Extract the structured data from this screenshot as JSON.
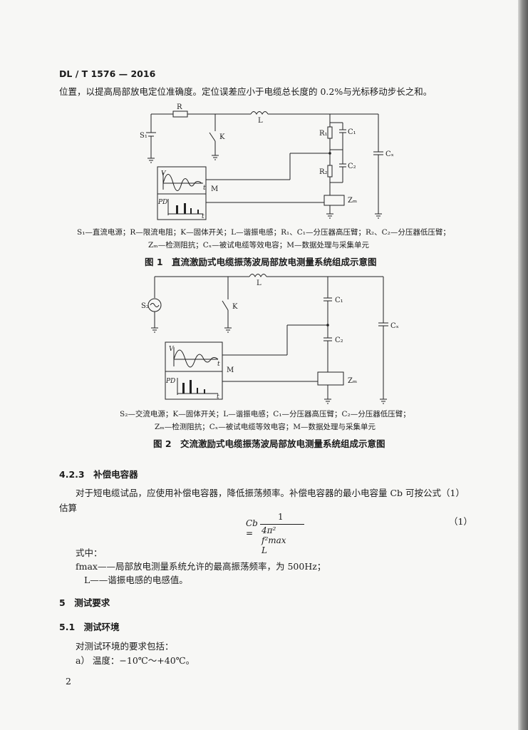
{
  "header": {
    "standard": "DL / T 1576 — 2016"
  },
  "intro_line": "位置，以提高局部放电定位准确度。定位误差应小于电缆总长度的 0.2%与光标移动步长之和。",
  "figure1": {
    "labels": {
      "R": "R",
      "L": "L",
      "S1": "S₁",
      "K": "K",
      "R1": "R₁",
      "C1": "C₁",
      "R2": "R₂",
      "C2": "C₂",
      "Cx": "Cₓ",
      "M": "M",
      "Zm": "Zₘ",
      "V": "V",
      "PD": "PD",
      "t": "t"
    },
    "legend_line1": "S₁—直流电源；R—限流电阻；K—固体开关；L—谐振电感；R₁、C₁—分压器高压臂；R₂、C₂—分压器低压臂；",
    "legend_line2": "Zₘ—检测阻抗；Cₓ—被试电缆等效电容；M—数据处理与采集单元",
    "caption": "图 1　直流激励式电缆振荡波局部放电测量系统组成示意图"
  },
  "figure2": {
    "labels": {
      "L": "L",
      "S2": "S₂",
      "K": "K",
      "C1": "C₁",
      "C2": "C₂",
      "Cx": "Cₓ",
      "M": "M",
      "Zm": "Zₘ",
      "V": "V",
      "PD": "PD",
      "t": "t"
    },
    "legend_line1": "S₂—交流电源；K—固体开关；L—谐振电感；C₁—分压器高压臂；C₂—分压器低压臂；",
    "legend_line2": "Zₘ—检测阻抗；Cₓ—被试电缆等效电容；M—数据处理与采集单元",
    "caption": "图 2　交流激励式电缆振荡波局部放电测量系统组成示意图"
  },
  "section_423": {
    "heading": "4.2.3　补偿电容器",
    "para_line1": "对于短电缆试品，应使用补偿电容器，降低振荡频率。补偿电容器的最小电容量 Cb 可按公式（1）",
    "para_line2": "估算",
    "formula": {
      "lhs": "Cb =",
      "numerator": "1",
      "denominator": "4π² f²max L",
      "number": "（1）"
    },
    "where": "式中：",
    "def1": "fmax——局部放电测量系统允许的最高振荡频率，为 500Hz；",
    "def2": "L——谐振电感的电感值。"
  },
  "section5": {
    "heading": "5　测试要求"
  },
  "section51": {
    "heading": "5.1　测试环境",
    "intro": "对测试环境的要求包括：",
    "item_a": "a）  温度：−10℃～+40℃。"
  },
  "page_number": "2"
}
